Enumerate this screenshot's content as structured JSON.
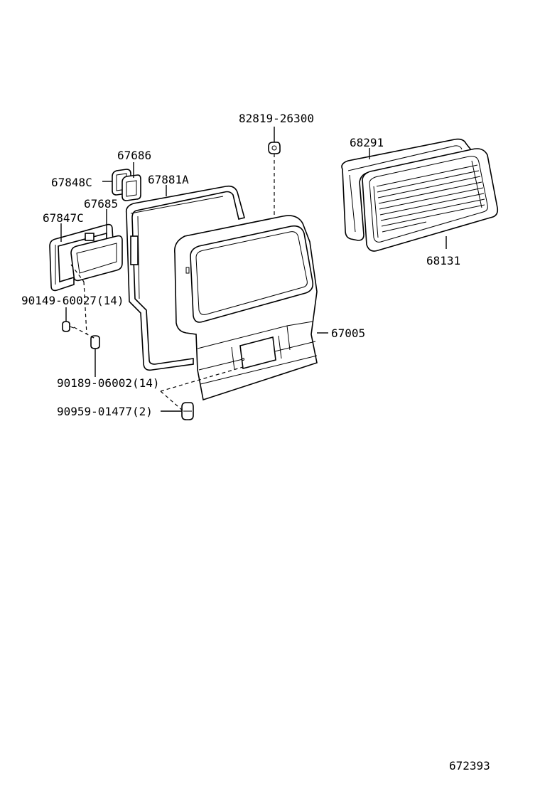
{
  "labels": {
    "p82819": "82819-26300",
    "p68291": "68291",
    "p67686": "67686",
    "p67848c": "67848C",
    "p67881a": "67881A",
    "p67685": "67685",
    "p67847c": "67847C",
    "p68131": "68131",
    "p90149": "90149-60027(14)",
    "p67005": "67005",
    "p90189": "90189-06002(14)",
    "p90959": "90959-01477(2)",
    "diagram_id": "672393"
  }
}
